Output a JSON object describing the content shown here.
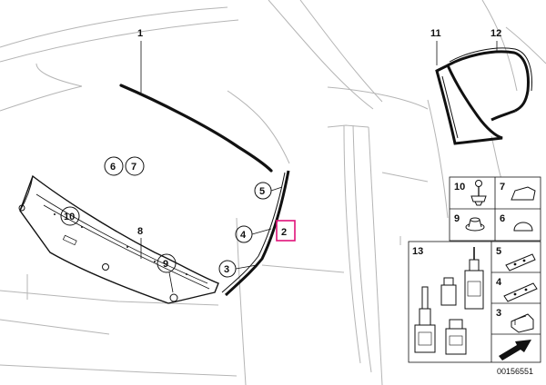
{
  "diagram": {
    "colors": {
      "highlight": "#e0127a",
      "line": "#111111",
      "body_line": "#b5b5b5"
    },
    "callouts": {
      "windshield_trim": "1",
      "a_pillar_rail": "2",
      "pillar_part_3": "3",
      "pillar_part_4": "4",
      "pillar_part_5": "5",
      "part_6": "6",
      "part_7": "7",
      "cowl_panel": "8",
      "part_9": "9",
      "part_10": "10",
      "quarter_glass": "11",
      "quarter_seal": "12"
    },
    "legend": {
      "row1": {
        "left": "10",
        "right": "7"
      },
      "row2": {
        "left": "9",
        "right": "6"
      },
      "kit": "13",
      "items": [
        "5",
        "4",
        "3"
      ]
    },
    "reference_code": "00156551"
  }
}
